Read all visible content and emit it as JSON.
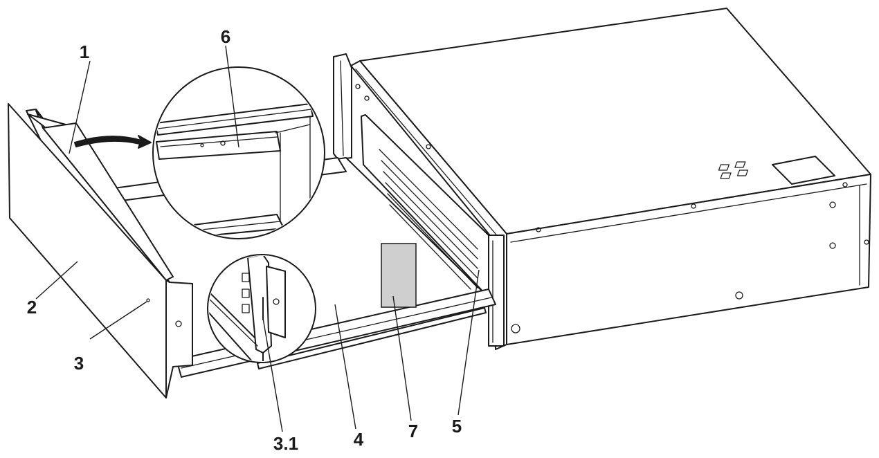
{
  "callouts": {
    "c1": "1",
    "c2": "2",
    "c3": "3",
    "c3_1": "3.1",
    "c4": "4",
    "c5": "5",
    "c6": "6",
    "c7": "7"
  },
  "colors": {
    "line": "#1a1a1a",
    "label_patch": "#cfcfcf",
    "background": "#ffffff"
  }
}
